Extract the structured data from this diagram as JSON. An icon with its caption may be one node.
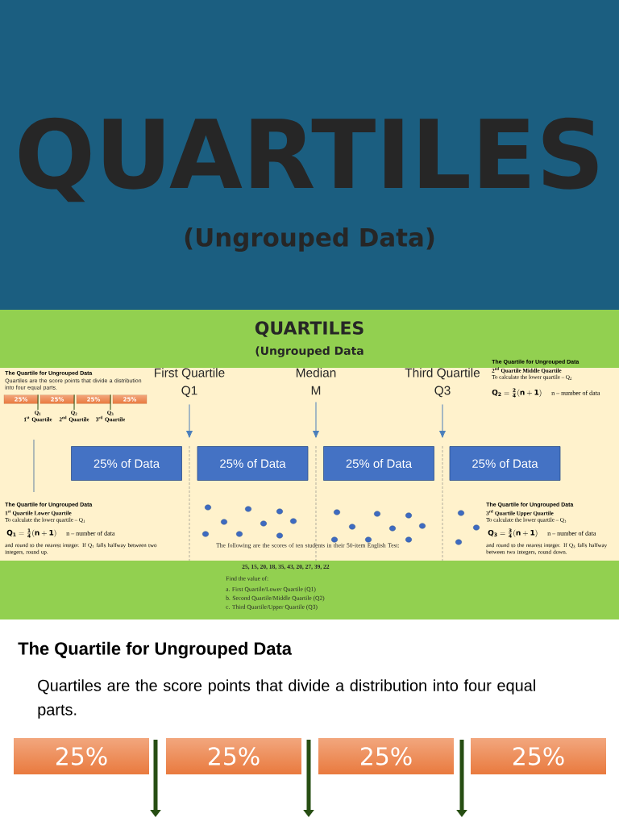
{
  "diagram": {
    "title": "QUARTILES",
    "nodes": [
      {
        "text": [
          "25%"
        ]
      },
      {
        "text": [
          "25%"
        ]
      },
      {
        "text": [
          "25%"
        ]
      },
      {
        "text": [
          "25%"
        ]
      },
      {
        "text": [
          "First Quartile",
          "Q1"
        ]
      },
      {
        "text": [
          "Median",
          "M"
        ]
      },
      {
        "text": [
          "Third Quartile",
          "Q3"
        ]
      },
      {
        "text": [
          "25% of Data"
        ]
      },
      {
        "text": [
          "25% of Data"
        ]
      },
      {
        "text": [
          "25% of Data"
        ]
      },
      {
        "text": [
          "25% of Data"
        ]
      },
      {
        "text": [
          "25%"
        ]
      },
      {
        "text": [
          "25%"
        ]
      },
      {
        "text": [
          "25%"
        ]
      },
      {
        "text": [
          "25%"
        ]
      },
      {
        "text": [
          "Q$_{1}$",
          "1$^{st}$ Quartile"
        ]
      },
      {
        "text": [
          "Q$_{2}$",
          "2$^{nd}$ Quartile"
        ]
      },
      {
        "text": [
          "Q$_{3}$",
          "3$^{rd}$ Quartile"
        ]
      }
    ],
    "edges": [
      {
        "from": 4,
        "to": null,
        "arrow": "to"
      },
      {
        "from": 5,
        "to": null,
        "arrow": "to"
      },
      {
        "from": 6,
        "to": null,
        "arrow": "to"
      },
      {
        "from": 0,
        "to": 15,
        "arrow": "none",
        "color": "#274e13"
      },
      {
        "from": 1,
        "to": 16,
        "arrow": "none",
        "color": "#274e13"
      },
      {
        "from": 2,
        "to": 17,
        "arrow": "none",
        "color": "#274e13"
      }
    ],
    "labels": [
      "(Ungrouped Data)",
      "QUARTILES",
      "(Ungrouped Data",
      "The Quartile for Ungrouped Data",
      "Quartiles are the score points that divide a distribution into four equal parts.",
      "The Quartile for Ungrouped Data",
      "2$^{nd}$ Quartile Middle Quartile",
      "To calculate the lower quartile – Q$_{2}$",
      "\\mathbf{Q_2 = \\frac{2}{4}(n + 1)}",
      "n – number of data",
      "The Quartile for Ungrouped Data",
      "1$^{st}$ Quartile Lower Quartile",
      "To calculate the lower quartile – Q$_{1}$",
      "\\mathbf{Q_1 = \\frac{1}{4}(n + 1)}",
      "n – number of data",
      "and round to the nearest integer. If Q$_{1}$ falls halfway between two integers, round up.",
      "The Quartile for Ungrouped Data",
      "3$^{rd}$ Quartile Upper Quartile",
      "To calculate the lower quartile – Q$_{3}$",
      "\\mathbf{Q_3 = \\frac{3}{4}(n + 1)}",
      "n – number of data",
      "and round to the nearest integer. If Q$_{3}$ falls halfway between two integers, round down.",
      "The following are the scores of ten students in their 50-item English Test:",
      "25, 15, 20, 18, 35, 43, 20, 27, 39, 22",
      "Find the value of:",
      "a. First Quartile/Lower Quartile (Q1)",
      "b. Second Quartile/Middle Quartile (Q2)",
      "c. Third Quartile/Upper Quartile (Q3)",
      "The Quartile for Ungrouped Data",
      "Quartiles are the score points that divide a distribution into four equal parts."
    ]
  }
}
